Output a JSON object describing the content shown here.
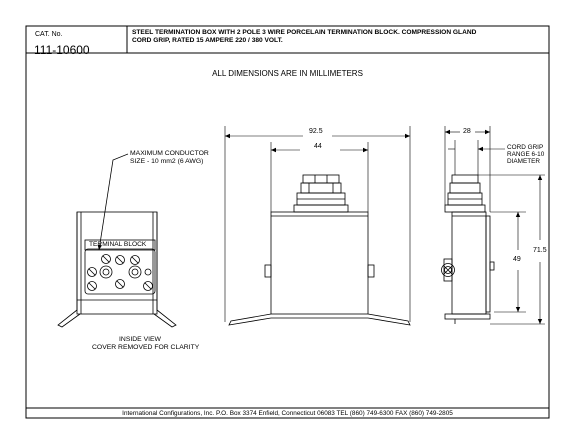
{
  "title_block": {
    "cat_label": "CAT. No.",
    "cat_number": "111-10600",
    "description_line1": "STEEL TERMINATION BOX WITH 2 POLE 3 WIRE PORCELAIN TERMINATION BLOCK. COMPRESSION GLAND",
    "description_line2": "CORD GRIP, RATED 15 AMPERE 220 / 380 VOLT."
  },
  "notes": {
    "all_dimensions": "ALL DIMENSIONS ARE IN MILLIMETERS",
    "max_conductor_line1": "MAXIMUM CONDUCTOR",
    "max_conductor_line2": "SIZE - 10 mm2 (6 AWG)",
    "terminal_block": "TERMINAL BLOCK",
    "inside_view_line1": "INSIDE VIEW",
    "inside_view_line2": "COVER REMOVED FOR CLARITY",
    "cord_grip_line1": "CORD GRIP",
    "cord_grip_line2": "RANGE 6-10",
    "cord_grip_line3": "DIAMETER"
  },
  "dimensions": {
    "overall_width": "92.5",
    "gland_width": "44",
    "side_depth": "28",
    "overall_height": "71.5",
    "body_height": "49"
  },
  "footer": {
    "text": "International Configurations, Inc.  P.O. Box 3374  Enfield, Connecticut 06083 TEL (860) 749-6300  FAX (860) 749-2805"
  }
}
